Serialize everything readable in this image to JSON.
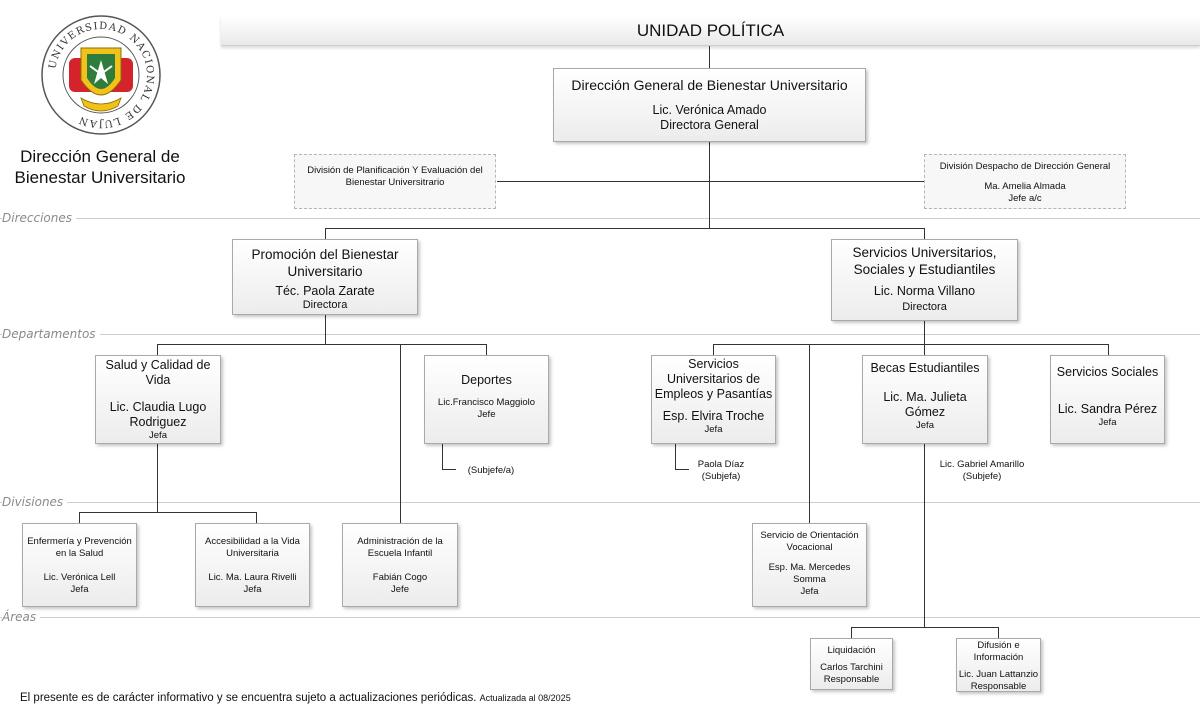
{
  "logo": {
    "ring_text": "UNIVERSIDAD NACIONAL DE LUJAN",
    "colors": {
      "red": "#d4232a",
      "green": "#2f7d3a",
      "yellow": "#f2c21b",
      "ring": "#555555"
    }
  },
  "header": {
    "title": "UNIDAD POLÍTICA"
  },
  "org": {
    "name_line1": "Dirección General de",
    "name_line2": "Bienestar Universitario"
  },
  "levels": {
    "direcciones": "Direcciones",
    "departamentos": "Departamentos",
    "divisiones": "Divisiones",
    "areas": "Áreas"
  },
  "top": {
    "title": "Dirección General de Bienestar Universitario",
    "person": "Lic. Verónica Amado",
    "role": "Directora General"
  },
  "staff_left": {
    "title_line1": "División de Planificación Y Evaluación del",
    "title_line2": "Bienestar Universitrario"
  },
  "staff_right": {
    "title": "División Despacho de Dirección General",
    "person": "Ma. Amelia Almada",
    "role": "Jefe a/c"
  },
  "dir_left": {
    "title_line1": "Promoción del Bienestar",
    "title_line2": "Universitario",
    "person": "Téc. Paola Zarate",
    "role": "Directora"
  },
  "dir_right": {
    "title_line1": "Servicios Universitarios,",
    "title_line2": "Sociales y Estudiantiles",
    "person": "Lic. Norma Villano",
    "role": "Directora"
  },
  "dept_salud": {
    "title_line1": "Salud y Calidad de",
    "title_line2": "Vida",
    "person_line1": "Lic. Claudia Lugo",
    "person_line2": "Rodriguez",
    "role": "Jefa"
  },
  "dept_deportes": {
    "title": "Deportes",
    "person": "Lic.Francisco Maggiolo",
    "role": "Jefe",
    "sub": "(Subjefe/a)"
  },
  "dept_empleos": {
    "title_line1": "Servicios",
    "title_line2": "Universitarios de",
    "title_line3": "Empleos y Pasantías",
    "person": "Esp. Elvira Troche",
    "role": "Jefa",
    "sub_person": "Paola Díaz",
    "sub_role": "(Subjefa)"
  },
  "dept_becas": {
    "title": "Becas Estudiantiles",
    "person_line1": "Lic. Ma. Julieta",
    "person_line2": "Gómez",
    "role": "Jefa",
    "sub_person": "Lic. Gabriel Amarillo",
    "sub_role": "(Subjefe)"
  },
  "dept_sociales": {
    "title": "Servicios Sociales",
    "person": "Lic. Sandra Pérez",
    "role": "Jefa"
  },
  "div_enfermeria": {
    "title_line1": "Enfermería y Prevención",
    "title_line2": "en la Salud",
    "person": "Lic. Verónica Lell",
    "role": "Jefa"
  },
  "div_accesibilidad": {
    "title_line1": "Accesibilidad a la Vida",
    "title_line2": "Universitaria",
    "person": "Lic. Ma. Laura Rivelli",
    "role": "Jefa"
  },
  "div_escuela": {
    "title_line1": "Administración de la",
    "title_line2": "Escuela Infantil",
    "person": "Fabián Cogo",
    "role": "Jefe"
  },
  "div_orientacion": {
    "title_line1": "Servicio de Orientación",
    "title_line2": "Vocacional",
    "person_line1": "Esp. Ma. Mercedes",
    "person_line2": "Somma",
    "role": "Jefa"
  },
  "area_liquidacion": {
    "title": "Liquidación",
    "person": "Carlos Tarchini",
    "role": "Responsable"
  },
  "area_difusion": {
    "title_line1": "Difusión e",
    "title_line2": "Información",
    "person": "Lic. Juan Lattanzio",
    "role": "Responsable"
  },
  "footer": {
    "text": "El presente es de carácter informativo y se encuentra sujeto a actualizaciones periódicas.",
    "updated": "Actualizada al 08/2025"
  }
}
